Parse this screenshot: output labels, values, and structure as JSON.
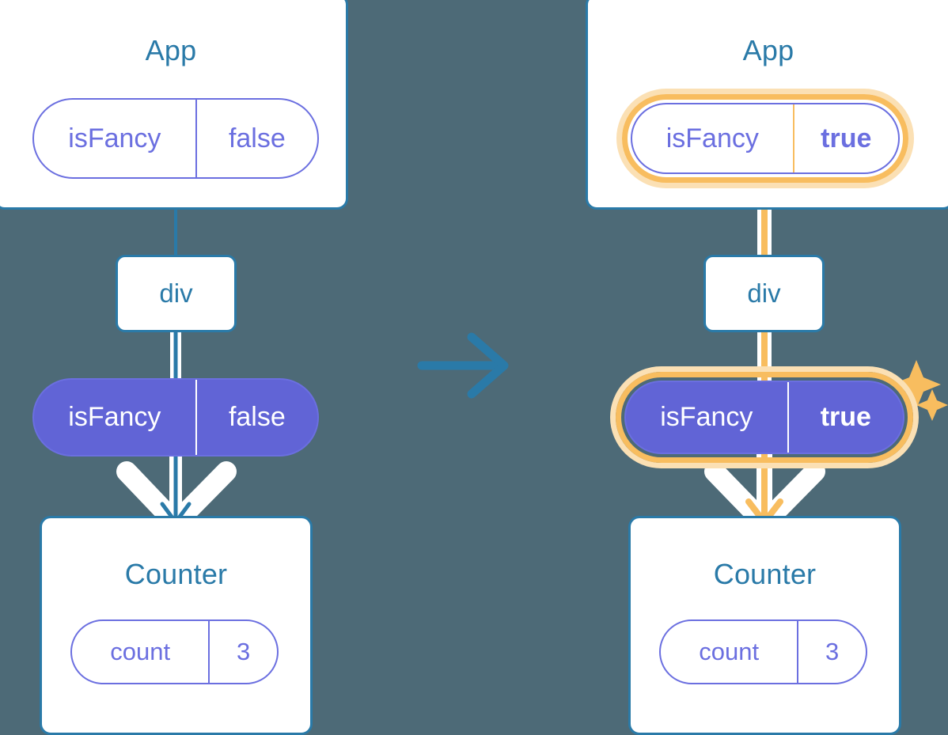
{
  "meta": {
    "title": "React state update propagation diagram",
    "background_color": "#4d6a77",
    "accent_blue": "#2a7aa8",
    "accent_purple": "#6164d6",
    "accent_purple_outline": "#6b6fe0",
    "highlight_orange": "#f8bd5f",
    "highlight_orange_glow": "#fbe0b4"
  },
  "panels": [
    {
      "id": "before",
      "app": {
        "title": "App",
        "state": {
          "key": "isFancy",
          "value": "false",
          "highlighted": false,
          "bold_value": false
        }
      },
      "div": {
        "label": "div"
      },
      "prop": {
        "key": "isFancy",
        "value": "false",
        "highlighted": false,
        "bold_value": false
      },
      "counter": {
        "title": "Counter",
        "state": {
          "key": "count",
          "value": "3",
          "highlighted": false,
          "bold_value": false
        }
      },
      "edges": {
        "color": "#2a7aa8",
        "arrow_color": "#2a7aa8"
      },
      "sparkles": []
    },
    {
      "id": "after",
      "app": {
        "title": "App",
        "state": {
          "key": "isFancy",
          "value": "true",
          "highlighted": true,
          "bold_value": true
        }
      },
      "div": {
        "label": "div"
      },
      "prop": {
        "key": "isFancy",
        "value": "true",
        "highlighted": true,
        "bold_value": true
      },
      "counter": {
        "title": "Counter",
        "state": {
          "key": "count",
          "value": "3",
          "highlighted": false,
          "bold_value": false
        }
      },
      "edges": {
        "color": "#f8bd5f",
        "arrow_color": "#f8bd5f"
      },
      "sparkles": [
        "sparkle-app-state",
        "sparkle-prop"
      ]
    }
  ],
  "transition": {
    "icon": "arrow-right-icon",
    "color": "#2a7aa8"
  }
}
